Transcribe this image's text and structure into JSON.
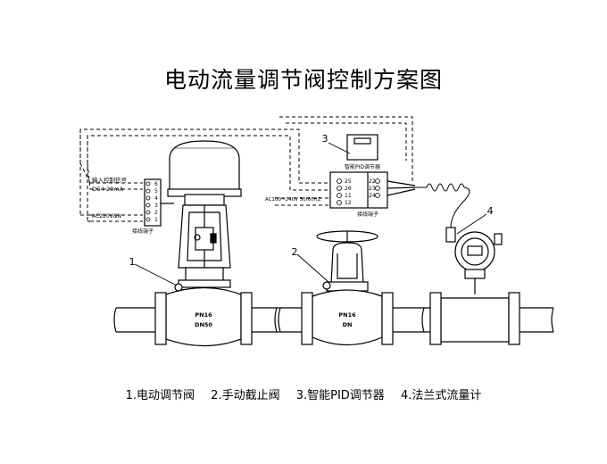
{
  "title": "电动流量调节阀控制方案图",
  "legend": [
    "1.电动调节阀",
    "2.手动截止阀",
    "3.智能PID调节器",
    "4.法兰式流量计"
  ],
  "callouts": [
    "1",
    "2",
    "3",
    "4"
  ],
  "actuator_terminals": {
    "labels": [
      "输入控制信号",
      "DC4-20mA",
      "AC220V&N",
      "接线端子"
    ],
    "numbers": [
      "6",
      "5",
      "4",
      "3",
      "2",
      "1"
    ]
  },
  "pid_controller": {
    "label": "智能PID调节器",
    "left_terminals": [
      "25",
      "26",
      "11",
      "12"
    ],
    "right_terminals": [
      "22",
      "23",
      "24"
    ],
    "power_label": "AC100~240V 50/60HZ",
    "terminal_label": "接线端子"
  },
  "valve_marks": {
    "valve1": [
      "PN16",
      "DN50"
    ],
    "valve2": [
      "PN16",
      "DN"
    ]
  },
  "colors": {
    "line": "#000000",
    "background": "#ffffff"
  }
}
